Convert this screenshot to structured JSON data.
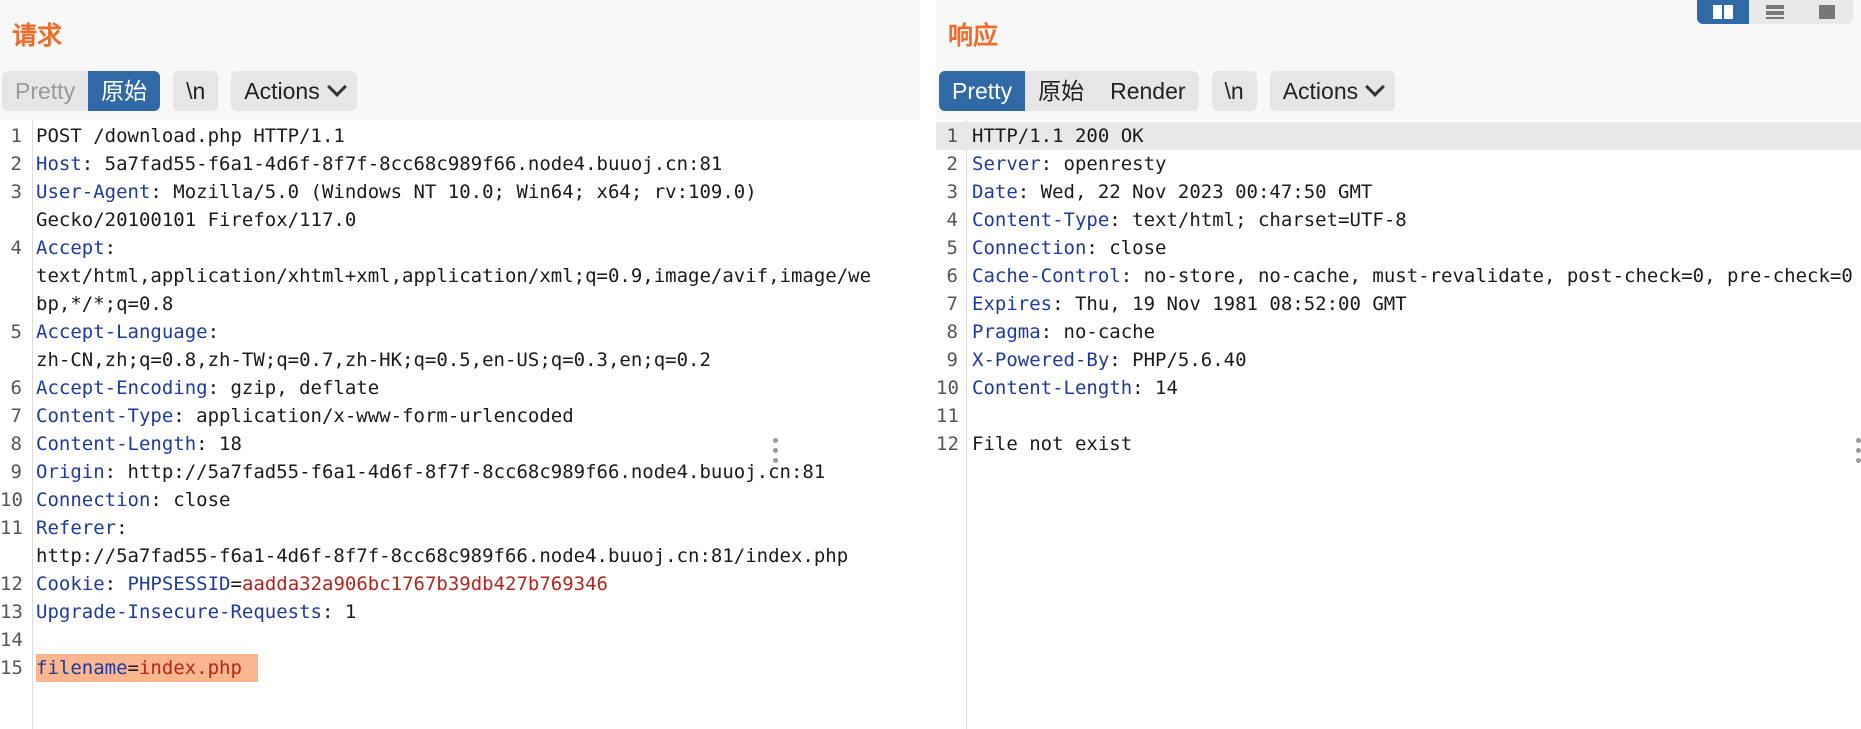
{
  "request": {
    "title": "请求",
    "tabs": [
      "Pretty",
      "原始"
    ],
    "newline_label": "\\n",
    "actions_label": "Actions",
    "lines": [
      {
        "n": "1",
        "text": "POST /download.php HTTP/1.1"
      },
      {
        "n": "2",
        "key": "Host",
        "value": ": 5a7fad55-f6a1-4d6f-8f7f-8cc68c989f66.node4.buuoj.cn:81"
      },
      {
        "n": "3",
        "key": "User-Agent",
        "value": ": Mozilla/5.0 (Windows NT 10.0; Win64; x64; rv:109.0)"
      },
      {
        "n": "",
        "text": "Gecko/20100101 Firefox/117.0"
      },
      {
        "n": "4",
        "key": "Accept",
        "value": ":"
      },
      {
        "n": "",
        "text": "text/html,application/xhtml+xml,application/xml;q=0.9,image/avif,image/we"
      },
      {
        "n": "",
        "text": "bp,*/*;q=0.8"
      },
      {
        "n": "5",
        "key": "Accept-Language",
        "value": ":"
      },
      {
        "n": "",
        "text": "zh-CN,zh;q=0.8,zh-TW;q=0.7,zh-HK;q=0.5,en-US;q=0.3,en;q=0.2"
      },
      {
        "n": "6",
        "key": "Accept-Encoding",
        "value": ": gzip, deflate"
      },
      {
        "n": "7",
        "key": "Content-Type",
        "value": ": application/x-www-form-urlencoded"
      },
      {
        "n": "8",
        "key": "Content-Length",
        "value": ": 18"
      },
      {
        "n": "9",
        "key": "Origin",
        "value": ": http://5a7fad55-f6a1-4d6f-8f7f-8cc68c989f66.node4.buuoj.cn:81"
      },
      {
        "n": "10",
        "key": "Connection",
        "value": ": close"
      },
      {
        "n": "11",
        "key": "Referer",
        "value": ":"
      },
      {
        "n": "",
        "text": "http://5a7fad55-f6a1-4d6f-8f7f-8cc68c989f66.node4.buuoj.cn:81/index.php"
      }
    ],
    "cookie_line": {
      "n": "12",
      "key": "Cookie",
      "sep": ": ",
      "ckey": "PHPSESSID",
      "eq": "=",
      "cval": "aadda32a906bc1767b39db427b769346"
    },
    "tail_lines": [
      {
        "n": "13",
        "key": "Upgrade-Insecure-Requests",
        "value": ": 1"
      },
      {
        "n": "14",
        "text": ""
      }
    ],
    "param_line": {
      "n": "15",
      "pkey": "filename",
      "eq": "=",
      "pval": "index.php"
    }
  },
  "response": {
    "title": "响应",
    "tabs": [
      "Pretty",
      "原始",
      "Render"
    ],
    "newline_label": "\\n",
    "actions_label": "Actions",
    "lines": [
      {
        "n": "1",
        "text": "HTTP/1.1 200 OK"
      },
      {
        "n": "2",
        "key": "Server",
        "value": ": openresty"
      },
      {
        "n": "3",
        "key": "Date",
        "value": ": Wed, 22 Nov 2023 00:47:50 GMT"
      },
      {
        "n": "4",
        "key": "Content-Type",
        "value": ": text/html; charset=UTF-8"
      },
      {
        "n": "5",
        "key": "Connection",
        "value": ": close"
      },
      {
        "n": "6",
        "key": "Cache-Control",
        "value": ": no-store, no-cache, must-revalidate, post-check=0, pre-check=0"
      },
      {
        "n": "7",
        "key": "Expires",
        "value": ": Thu, 19 Nov 1981 08:52:00 GMT"
      },
      {
        "n": "8",
        "key": "Pragma",
        "value": ": no-cache"
      },
      {
        "n": "9",
        "key": "X-Powered-By",
        "value": ": PHP/5.6.40"
      },
      {
        "n": "10",
        "key": "Content-Length",
        "value": ": 14"
      },
      {
        "n": "11",
        "text": ""
      },
      {
        "n": "12",
        "text": "File not exist"
      }
    ]
  },
  "colors": {
    "title": "#f06b2b",
    "accent": "#2f6aa6",
    "header_key": "#1d3a9e",
    "cookie_value": "#b5241d",
    "highlight": "#fbb58f"
  },
  "layout_buttons": [
    "side-by-side-icon",
    "stacked-icon",
    "single-pane-icon"
  ]
}
